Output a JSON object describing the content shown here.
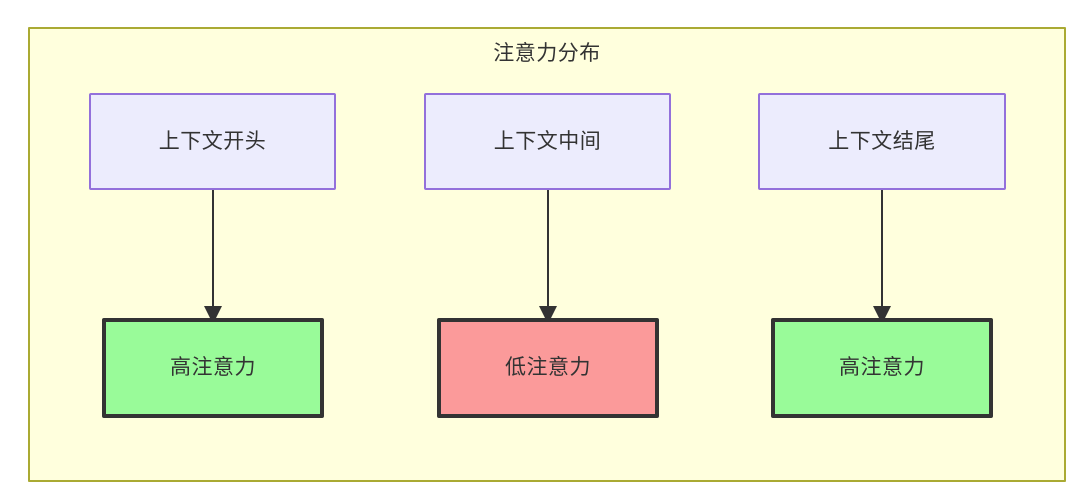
{
  "diagram": {
    "title": "注意力分布",
    "background_color": "#ffffdd",
    "border_color": "#aaaa33",
    "nodes": {
      "context_start": {
        "label": "上下文开头",
        "fill": "#ececfd",
        "stroke": "#9370db"
      },
      "context_middle": {
        "label": "上下文中间",
        "fill": "#ececfd",
        "stroke": "#9370db"
      },
      "context_end": {
        "label": "上下文结尾",
        "fill": "#ececfd",
        "stroke": "#9370db"
      },
      "attention_start": {
        "label": "高注意力",
        "fill": "#99fb99",
        "stroke": "#333333"
      },
      "attention_middle": {
        "label": "低注意力",
        "fill": "#fb9a9a",
        "stroke": "#333333"
      },
      "attention_end": {
        "label": "高注意力",
        "fill": "#99fb99",
        "stroke": "#333333"
      }
    },
    "edges": [
      {
        "from": "context_start",
        "to": "attention_start",
        "label": ""
      },
      {
        "from": "context_middle",
        "to": "attention_middle",
        "label": ""
      },
      {
        "from": "context_end",
        "to": "attention_end",
        "label": ""
      }
    ]
  }
}
